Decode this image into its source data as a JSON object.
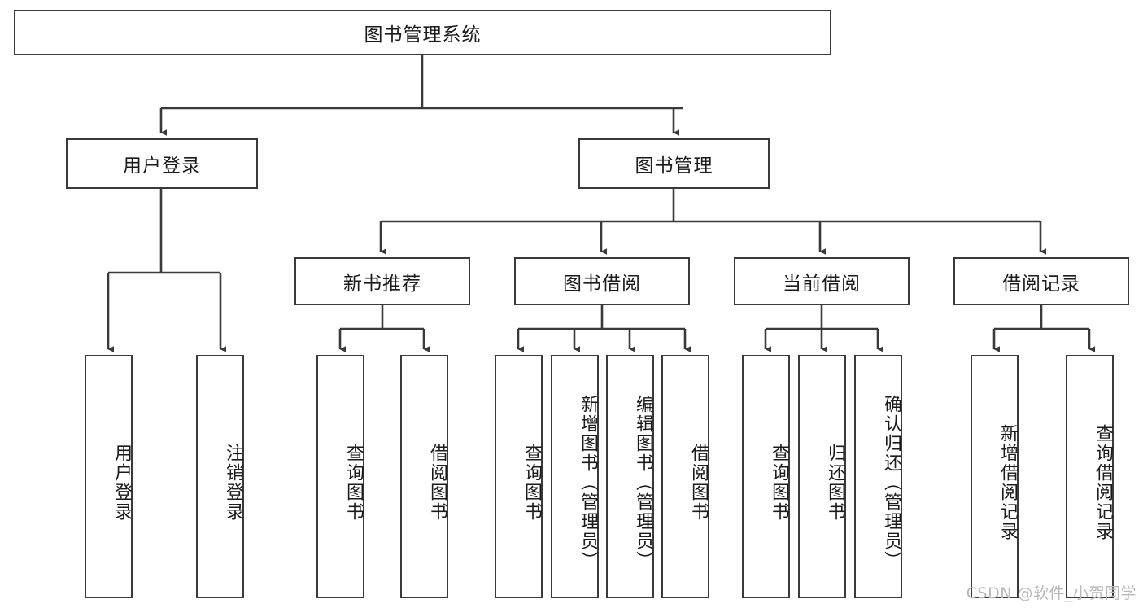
{
  "diagram": {
    "type": "hierarchy-tree",
    "title": "图书管理系统",
    "watermark": "CSDN @软件_小贺同学",
    "colors": {
      "box_border": "#3a3a3a",
      "box_fill": "#ffffff",
      "connector": "#3a3a3a",
      "text": "#1b1b1b",
      "watermark": "#b9b9b9",
      "background": "#ffffff"
    },
    "root": {
      "label": "图书管理系统"
    },
    "level2": [
      {
        "label": "用户登录"
      },
      {
        "label": "图书管理"
      }
    ],
    "level3": [
      {
        "label": "新书推荐"
      },
      {
        "label": "图书借阅"
      },
      {
        "label": "当前借阅"
      },
      {
        "label": "借阅记录"
      }
    ],
    "leaves": {
      "user_login": [
        {
          "label": "用户登录"
        },
        {
          "label": "注销登录"
        }
      ],
      "new_book_recommend": [
        {
          "label": "查询图书"
        },
        {
          "label": "借阅图书"
        }
      ],
      "book_borrow": [
        {
          "label": "查询图书"
        },
        {
          "label": "新增图书（管理员）"
        },
        {
          "label": "编辑图书（管理员）"
        },
        {
          "label": "借阅图书"
        }
      ],
      "current_borrow": [
        {
          "label": "查询图书"
        },
        {
          "label": "归还图书"
        },
        {
          "label": "确认归还（管理员）"
        }
      ],
      "borrow_records": [
        {
          "label": "新增借阅记录"
        },
        {
          "label": "查询借阅记录"
        }
      ]
    }
  }
}
